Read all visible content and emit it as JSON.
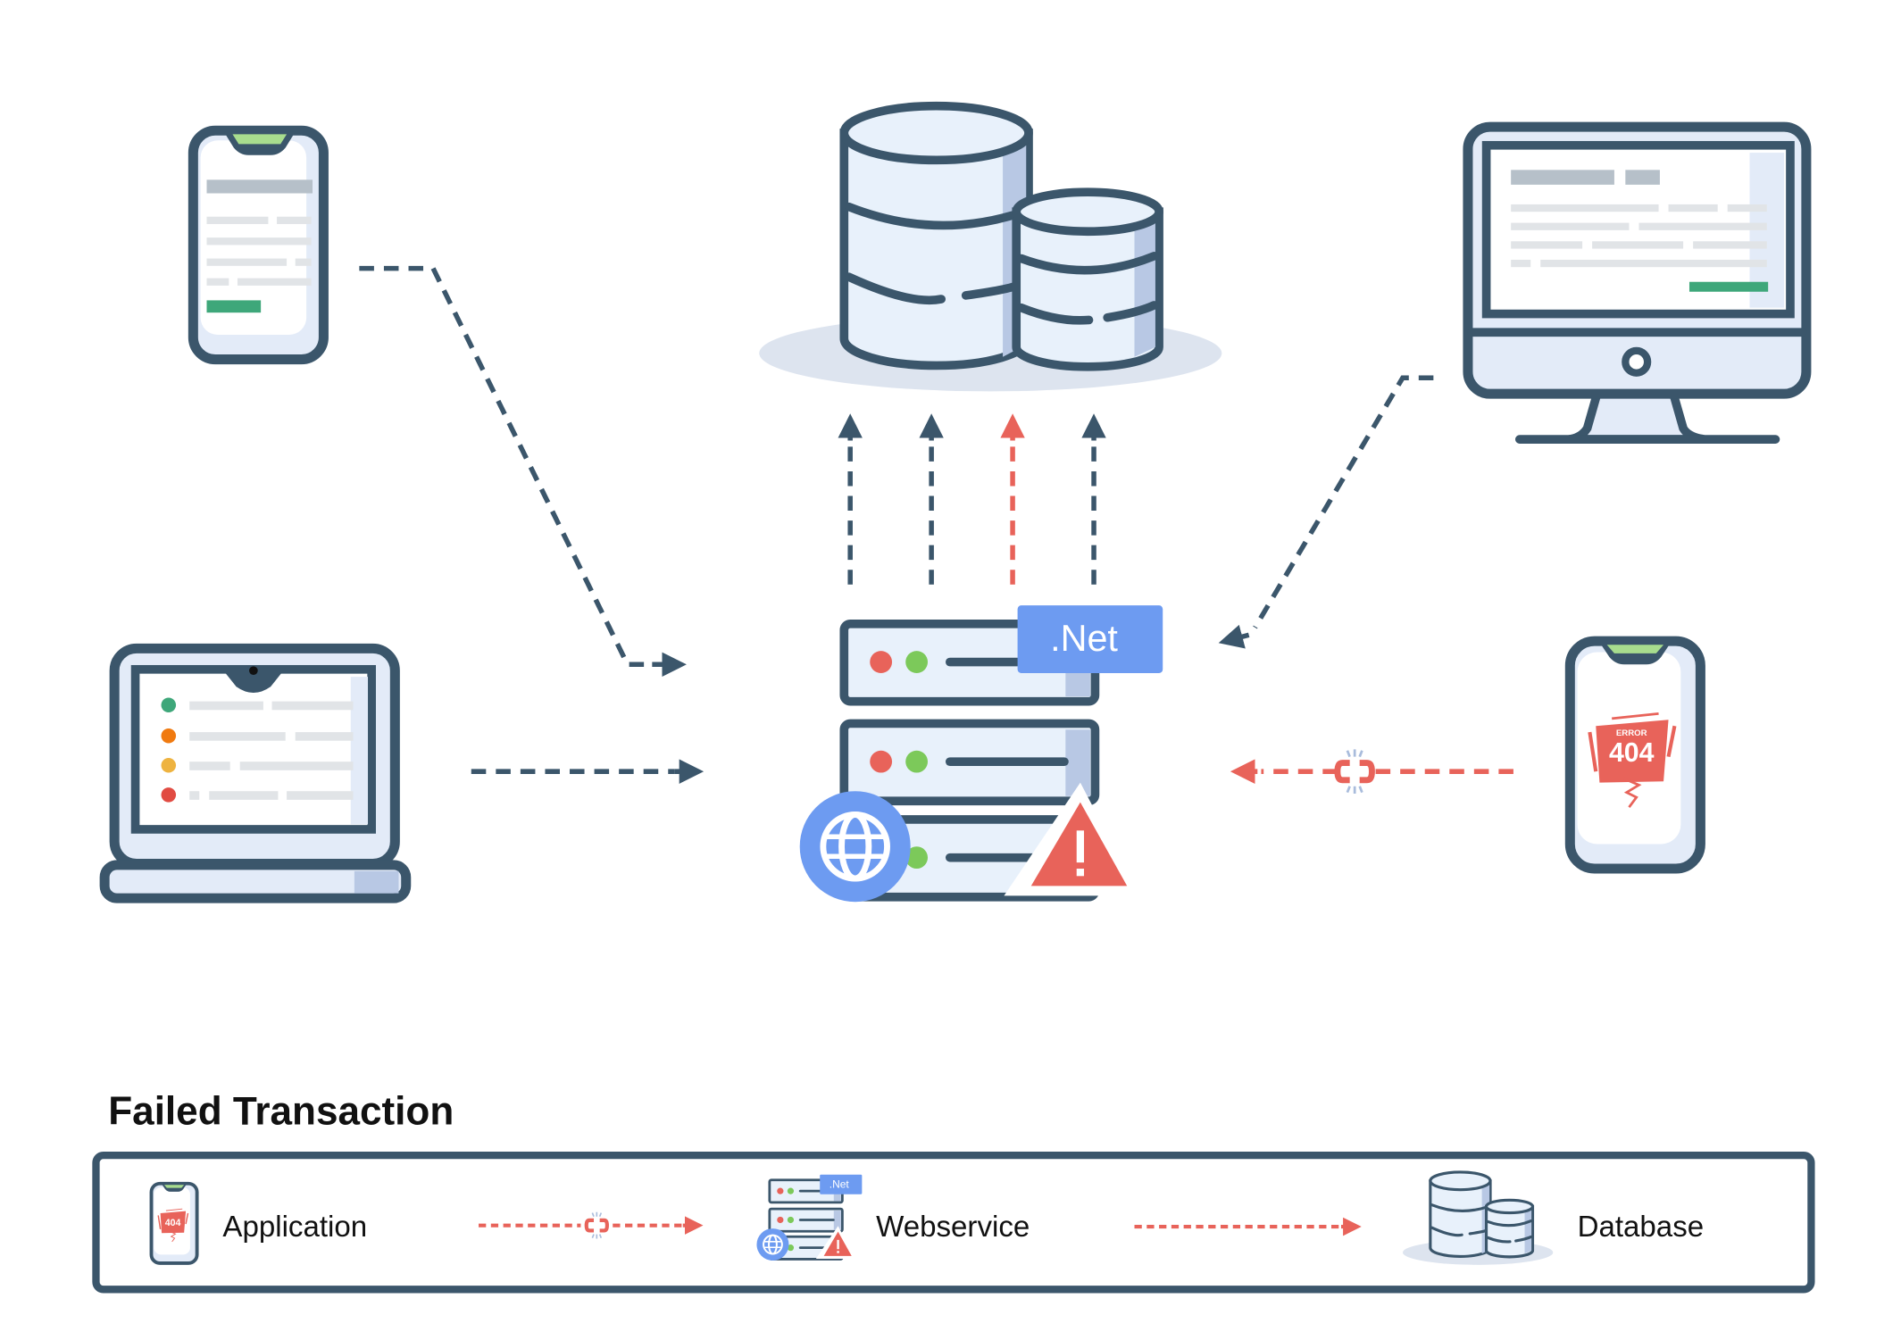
{
  "diagram": {
    "title": "Failed Transaction",
    "server_badge": ".Net",
    "error_label": "ERROR",
    "error_code": "404",
    "nodes": [
      "phone-client",
      "laptop-client",
      "desktop-client",
      "phone-error-client",
      "webservice-server",
      "database"
    ],
    "legend": {
      "application": "Application",
      "webservice": "Webservice",
      "database": "Database"
    },
    "colors": {
      "outline": "#3b566b",
      "error": "#e8635a",
      "badge": "#6d9bf1",
      "success": "#4caf7d",
      "fill": "#e8f1fb"
    }
  }
}
